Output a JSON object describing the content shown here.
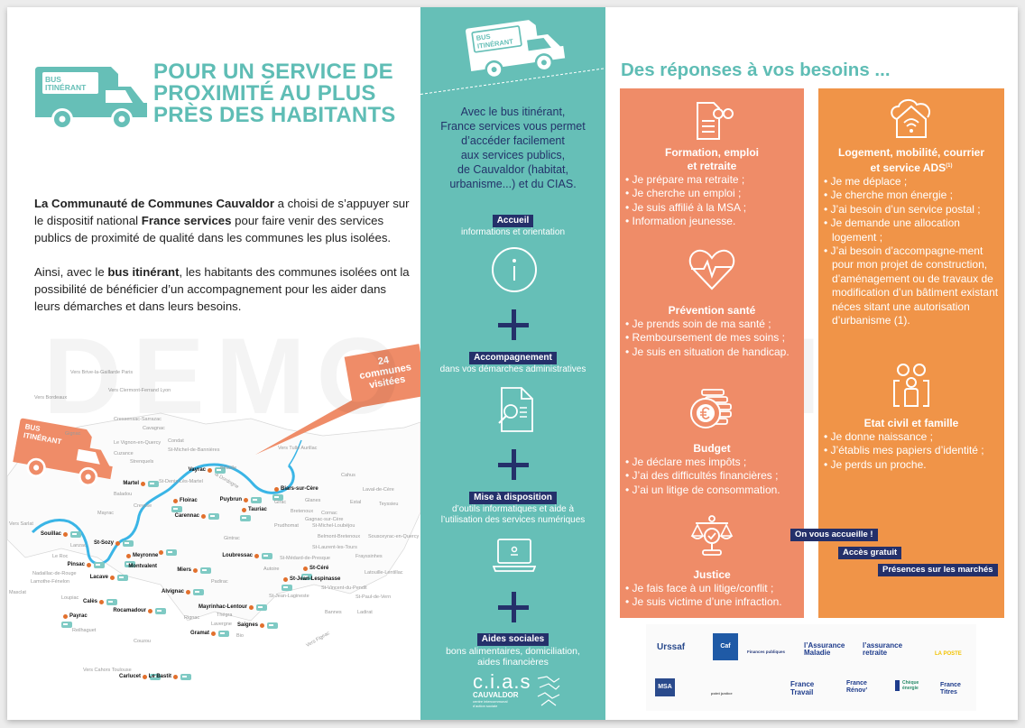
{
  "colors": {
    "teal": "#66bfb7",
    "title_teal": "#5fbdb5",
    "navy": "#24306a",
    "salmon": "#ef8c68",
    "orange": "#f09448",
    "town_dot": "#e2702d",
    "river": "#3ab5e6"
  },
  "left": {
    "bus_badge": {
      "line1": "BUS",
      "line2": "ITINÉRANT"
    },
    "title": [
      "POUR UN SERVICE DE",
      "PROXIMITÉ AU PLUS",
      "PRÈS DES HABITANTS"
    ],
    "intro": {
      "p1_bold1": "La Communauté de Communes Cauvaldor",
      "p1_t1": " a choisi de s’appuyer sur le dispositif national ",
      "p1_bold2": "France services",
      "p1_t2": " pour faire venir des services publics de proximité de qualité dans les communes les plus isolées.",
      "p2_t1": "Ainsi, avec le ",
      "p2_bold": "bus itinérant",
      "p2_t2": ", les habitants des communes isolées ont la possibilité de bénéficier d’un accompagnement pour les aider dans leurs démarches et dans leurs besoins."
    },
    "watermark": "DEMO VERSION",
    "callout": {
      "number": "24",
      "line1": "communes",
      "line2": "visitées"
    },
    "map": {
      "bus_badge": {
        "line1": "BUS",
        "line2": "ITINÉRANT"
      },
      "river_label": "la Dordogne",
      "directions": [
        "Vers Brive-la-Gaillarde Paris",
        "Vers Clermont-Ferrand Lyon",
        "Vers Bordeaux",
        "Vers Tulle Aurillac",
        "Vers Sarlat",
        "Vers Cahors Toulouse",
        "Vers Figeac"
      ],
      "visited": [
        "Vayrac",
        "Martel",
        "Floirac",
        "Puybrun",
        "Tauriac",
        "Biars-sur-Cère",
        "Carennac",
        "Souillac",
        "St-Sozy",
        "Meyronne",
        "Pinsac",
        "Lacave",
        "Montvalent",
        "Loubressac",
        "Miers",
        "St-Céré",
        "St-Jean-Lespinasse",
        "Alvignac",
        "Calès",
        "Rocamadour",
        "Mayrinhac-Lentour",
        "Payrac",
        "Saignes",
        "Gramat",
        "Carlucet",
        "Le Bastit"
      ],
      "other": [
        "Cressensac-Sarrazac",
        "Gignac",
        "Cavagnac",
        "Le Vignon-en-Quercy",
        "Condat",
        "Cuzance",
        "Strenquels",
        "St-Michel-de-Bannières",
        "Bétaille",
        "St-Denis-Lès-Martel",
        "Baladou",
        "Creysse",
        "Mayrac",
        "Lanzac",
        "Le Roc",
        "Nadaillac-de-Rouge",
        "Lamothe-Fénelon",
        "Masclat",
        "Loupiac",
        "Reilhaguet",
        "Couzou",
        "Gintrac",
        "Padirac",
        "Rignac",
        "Thégra",
        "Lavergne",
        "Bio",
        "Autoire",
        "Girac",
        "Glanes",
        "Bretenoux",
        "Cornac",
        "Prudhomat",
        "St-Michel-Loubéjou",
        "Belmont-Bretenoux",
        "St-Laurent-les-Tours",
        "Frayssinhes",
        "St-Médard-de-Presque",
        "St-Vincent-du-Pendit",
        "St-Paul-de-Vern",
        "St-Jean-Lagineste",
        "Bannes",
        "Ladirat",
        "Latouille-Lentillac",
        "Sousceyrac-en-Quercy",
        "Cahus",
        "Gagnac-sur-Cère",
        "Laval-de-Cère",
        "Estal",
        "Teyssieu"
      ]
    }
  },
  "middle": {
    "bus_badge": {
      "line1": "BUS",
      "line2": "ITINÉRANT"
    },
    "intro": [
      "Avec le bus itinérant,",
      "France services vous permet",
      "d’accéder facilement",
      "aux services publics,",
      "de Cauvaldor (habitat,",
      "urbanisme...) et du CIAS."
    ],
    "services": [
      {
        "tag": "Accueil",
        "desc": [
          "informations et orientation"
        ],
        "icon": "info-icon"
      },
      {
        "tag": "Accompagnement",
        "desc": [
          "dans vos démarches administratives"
        ],
        "icon": "document-search-icon"
      },
      {
        "tag": "Mise à disposition",
        "desc": [
          "d’outils informatiques et aide à",
          "l’utilisation des services numériques"
        ],
        "icon": "laptop-icon"
      },
      {
        "tag": "Aides sociales",
        "desc": [
          "bons alimentaires, domiciliation,",
          "aides financières"
        ],
        "icon": "none"
      }
    ],
    "cias": {
      "name": "c.i.a.s",
      "sub": "CAUVALDOR",
      "desc": "centre intercommunal d’action sociale"
    }
  },
  "right": {
    "title": "Des réponses à vos besoins ...",
    "col1": [
      {
        "title": [
          "Formation, emploi",
          "et retraite"
        ],
        "icon": "document-glasses-icon",
        "items": [
          "Je prépare ma retraite ;",
          "Je cherche un emploi ;",
          "Je suis affilié à la MSA ;",
          "Information jeunesse."
        ]
      },
      {
        "title": [
          "Prévention santé"
        ],
        "icon": "heart-pulse-icon",
        "items": [
          "Je prends soin de ma santé ;",
          "Remboursement de mes soins ;",
          "Je suis en situation de handicap."
        ]
      },
      {
        "title": [
          "Budget"
        ],
        "icon": "euro-coins-icon",
        "items": [
          "Je déclare mes impôts ;",
          "J’ai des difficultés financières ;",
          "J’ai un litige de consommation."
        ]
      },
      {
        "title": [
          "Justice"
        ],
        "icon": "scales-icon",
        "items": [
          "Je fais face à un litige/conflit ;",
          "Je suis victime d’une infraction."
        ]
      }
    ],
    "col2": [
      {
        "title": [
          "Logement, mobilité, courrier",
          "et service ADS"
        ],
        "sup": "(1)",
        "icon": "house-wifi-icon",
        "items": [
          "Je me déplace ;",
          "Je cherche mon énergie ;",
          "J’ai besoin d’un service postal ;",
          "Je demande une allocation logement ;",
          "J’ai besoin d’accompagne-ment pour mon projet de construction, d’aménagement ou de travaux de modification d’un bâtiment existant néces sitant une autorisation d’urbanisme (1)."
        ]
      },
      {
        "title": [
          "Etat civil et famille"
        ],
        "icon": "family-icon",
        "items": [
          "Je donne naissance ;",
          "J’établis mes papiers d’identité ;",
          "Je perds un proche."
        ]
      }
    ],
    "badges": [
      "On vous accueille !",
      "Accès gratuit",
      "Présences sur les marchés"
    ],
    "logos": [
      "Urssaf",
      "Caf",
      "Finances publiques",
      "l’Assurance Maladie",
      "l’assurance retraite",
      "LA POSTE",
      "MSA",
      "point justice",
      "France Travail",
      "France Rénov’",
      "Chèque énergie",
      "France Titres"
    ]
  }
}
